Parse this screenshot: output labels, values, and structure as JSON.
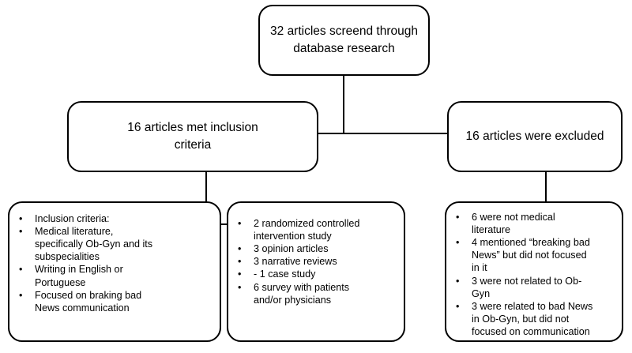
{
  "top_box": {
    "lines": [
      "32 articles screend through",
      "database research"
    ]
  },
  "included_box": {
    "lines": [
      "16 articles met inclusion",
      "criteria"
    ]
  },
  "excluded_box": {
    "text": "16 articles were excluded"
  },
  "criteria_box": {
    "items": [
      {
        "lines": [
          "Inclusion criteria:"
        ]
      },
      {
        "lines": [
          "Medical literature,",
          "specifically Ob-Gyn and its",
          "subspecialities"
        ]
      },
      {
        "lines": [
          "Writing in English or",
          "Portuguese"
        ]
      },
      {
        "lines": [
          "Focused on braking bad",
          "News communication"
        ]
      }
    ]
  },
  "study_types_box": {
    "items": [
      {
        "lines": [
          "2 randomized controlled",
          "intervention study"
        ]
      },
      {
        "lines": [
          "3 opinion articles"
        ]
      },
      {
        "lines": [
          "3 narrative reviews"
        ]
      },
      {
        "lines": [
          "- 1 case study"
        ]
      },
      {
        "lines": [
          "6 survey with patients",
          "and/or physicians"
        ]
      }
    ]
  },
  "exclusion_reasons_box": {
    "items": [
      {
        "lines": [
          "6 were not medical",
          "literature"
        ]
      },
      {
        "lines": [
          "4 mentioned “breaking bad",
          "News” but did not focused",
          "in it"
        ]
      },
      {
        "lines": [
          "3 were not related to Ob-",
          "Gyn"
        ]
      },
      {
        "lines": [
          "3 were related to bad News",
          "in Ob-Gyn, but did not",
          "focused on communication"
        ]
      }
    ]
  }
}
